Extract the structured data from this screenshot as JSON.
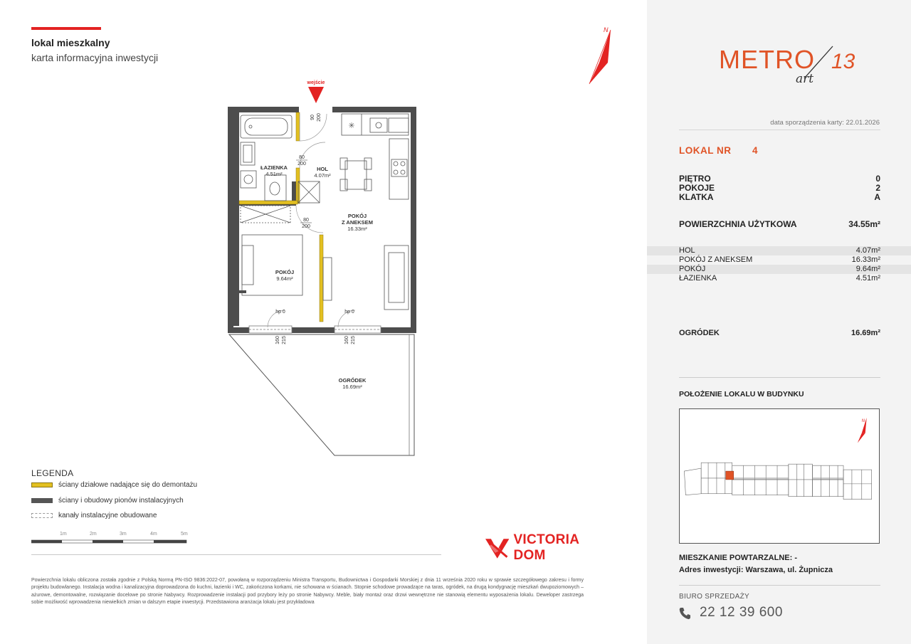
{
  "header": {
    "title": "lokal mieszkalny",
    "subtitle": "karta informacyjna inwestycji"
  },
  "plan": {
    "north": "N",
    "entrance": "wejście",
    "rooms": {
      "bathroom": {
        "name": "ŁAZIENKA",
        "area": "4.51m²"
      },
      "hall": {
        "name": "HOL",
        "area": "4.07m²"
      },
      "living": {
        "name_line1": "POKÓJ",
        "name_line2": "Z ANEKSEM",
        "area": "16.33m²"
      },
      "room": {
        "name": "POKÓJ",
        "area": "9.64m²"
      },
      "garden": {
        "name": "OGRÓDEK",
        "area": "16.69m²"
      }
    },
    "doors": {
      "entry": {
        "w": "90",
        "h": "200"
      },
      "bath": {
        "w": "80",
        "h": "200"
      },
      "living": {
        "w": "80",
        "h": "200"
      },
      "win1": {
        "w": "160",
        "h": "215"
      },
      "win2": {
        "w": "160",
        "h": "215"
      }
    },
    "thresholds": {
      "left": "hp 0",
      "right": "hp 0"
    }
  },
  "legend": {
    "title": "LEGENDA",
    "items": [
      {
        "label": "ściany działowe nadające się do demontażu",
        "color": "#e3c021"
      },
      {
        "label": "ściany i obudowy pionów instalacyjnych",
        "color": "#555555"
      },
      {
        "label": "kanały instalacyjne obudowane",
        "color": "#bbbbbb"
      }
    ],
    "scale": [
      "1m",
      "2m",
      "3m",
      "4m",
      "5m"
    ]
  },
  "disclaimer": "Powierzchnia lokalu obliczona została zgodnie z Polską Normą PN-ISO 9836:2022-07, powołaną w rozporządzeniu Ministra Transportu, Budownictwa i Gospodarki Morskiej z dnia 11 września 2020 roku w sprawie szczegółowego zakresu i formy projektu budowlanego. Instalacja wodna i kanalizacyjna doprowadzona do kuchni, łazienki i WC, zakończona korkami, nie schowana w ścianach. Stopnie schodowe prowadzące na taras, ogródek, na drugą kondygnację mieszkań dwupoziomowych – ażurowe, demontowalne, rozwiązanie docelowe po stronie Nabywcy. Rozprowadzenie instalacji pod przybory leży po stronie Nabywcy. Meble, biały montaż oraz drzwi wewnętrzne nie stanowią elementu wyposażenia lokalu. Deweloper zastrzega sobie możliwość wprowadzenia niewielkich zmian w dalszym etapie inwestycji. Przedstawiona aranżacja lokalu jest przykładowa",
  "brand": {
    "developer": "VICTORIA DOM",
    "logo_main": "METRO",
    "logo_sub": "art",
    "logo_num": "13",
    "accent_color": "#e05326",
    "red_color": "#e32322"
  },
  "card": {
    "date_label": "data sporządzenia karty: 22.01.2026",
    "lokal_label": "LOKAL NR",
    "lokal_nr": "4",
    "info": [
      {
        "label": "PIĘTRO",
        "value": "0"
      },
      {
        "label": "POKOJE",
        "value": "2"
      },
      {
        "label": "KLATKA",
        "value": "A"
      }
    ],
    "usable_area_label": "POWIERZCHNIA UŻYTKOWA",
    "usable_area_value": "34.55m²",
    "rooms": [
      {
        "name": "HOL",
        "area": "4.07m²"
      },
      {
        "name": "POKÓJ Z ANEKSEM",
        "area": "16.33m²"
      },
      {
        "name": "POKÓJ",
        "area": "9.64m²"
      },
      {
        "name": "ŁAZIENKA",
        "area": "4.51m²"
      }
    ],
    "garden_label": "OGRÓDEK",
    "garden_value": "16.69m²",
    "location_title": "POŁOŻENIE LOKALU W BUDYNKU",
    "repeat_label": "MIESZKANIE POWTARZALNE: -",
    "address": "Adres inwestycji: Warszawa, ul. Żupnicza",
    "office_label": "BIURO SPRZEDAŻY",
    "phone": "22 12 39 600",
    "phone_icon": "phone-icon"
  }
}
